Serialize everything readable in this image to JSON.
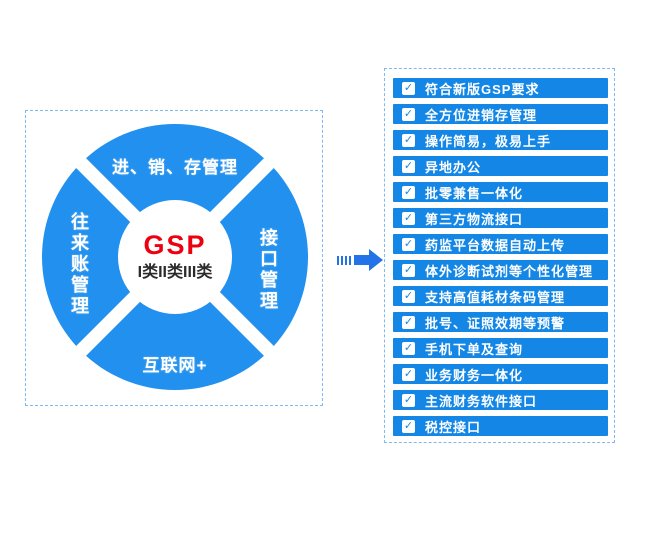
{
  "colors": {
    "circle_blue": "#2190EE",
    "bar_blue": "#1487E6",
    "border_blue": "#7FB9F2",
    "arrow_blue": "#2472E8",
    "title_red": "#ED0010",
    "subtitle_dark": "#2B2B2B"
  },
  "icons": {
    "check": "✓"
  },
  "diagram": {
    "center": {
      "title": "GSP",
      "subtitle": "I类II类III类"
    },
    "segments": [
      {
        "position": "top",
        "label": "进、销、存管理"
      },
      {
        "position": "left",
        "label": "往来账管理"
      },
      {
        "position": "right",
        "label": "接口管理"
      },
      {
        "position": "bottom",
        "label": "互联网+"
      }
    ]
  },
  "checklist": {
    "items": [
      {
        "checked": true,
        "label": "符合新版GSP要求"
      },
      {
        "checked": true,
        "label": "全方位进销存管理"
      },
      {
        "checked": true,
        "label": "操作简易，极易上手"
      },
      {
        "checked": true,
        "label": "异地办公"
      },
      {
        "checked": true,
        "label": "批零兼售一体化"
      },
      {
        "checked": true,
        "label": "第三方物流接口"
      },
      {
        "checked": true,
        "label": "药监平台数据自动上传"
      },
      {
        "checked": true,
        "label": "体外诊断试剂等个性化管理"
      },
      {
        "checked": true,
        "label": "支持高值耗材条码管理"
      },
      {
        "checked": true,
        "label": "批号、证照效期等预警"
      },
      {
        "checked": true,
        "label": "手机下单及查询"
      },
      {
        "checked": true,
        "label": "业务财务一体化"
      },
      {
        "checked": true,
        "label": "主流财务软件接口"
      },
      {
        "checked": true,
        "label": "税控接口"
      }
    ]
  }
}
